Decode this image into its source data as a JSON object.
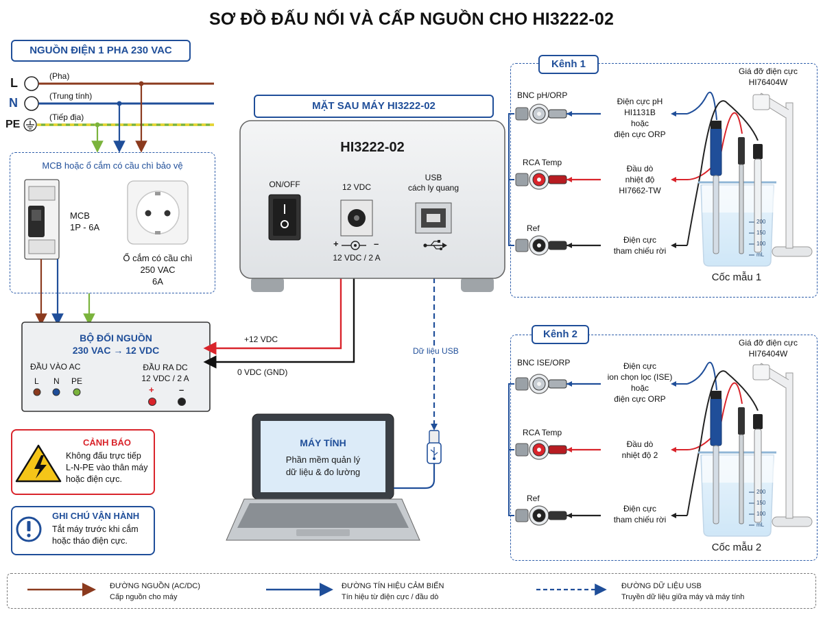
{
  "title": "SƠ ĐỒ ĐẤU NỐI VÀ CẤP NGUỒN CHO HI3222-02",
  "power_source": {
    "header": "NGUỒN ĐIỆN 1 PHA 230 VAC",
    "lines": [
      {
        "code": "L",
        "desc": "(Pha)"
      },
      {
        "code": "N",
        "desc": "(Trung tính)"
      },
      {
        "code": "PE",
        "desc": "(Tiếp địa)"
      }
    ]
  },
  "protection": {
    "title": "MCB hoặc ổ cắm có cầu chì bảo vệ",
    "mcb_label": [
      "MCB",
      "1P - 6A"
    ],
    "socket_label": [
      "Ổ cắm có cầu chì",
      "250 VAC",
      "6A"
    ]
  },
  "converter": {
    "title": [
      "BỘ ĐỔI NGUỒN",
      "230 VAC → 12 VDC"
    ],
    "input_title": "ĐẦU VÀO AC",
    "input_pins": [
      "L",
      "N",
      "PE"
    ],
    "output_title": [
      "ĐẦU RA DC",
      "12 VDC / 2 A"
    ],
    "output_pins": [
      "+",
      "–"
    ]
  },
  "device": {
    "header": "MẶT SAU MÁY HI3222-02",
    "model": "HI3222-02",
    "onoff": "ON/OFF",
    "dc_label": "12 VDC",
    "dc_polarity_plus": "+",
    "dc_polarity_minus": "–",
    "dc_rating": "12 VDC / 2 A",
    "usb_label": [
      "USB",
      "cách ly quang"
    ]
  },
  "wires": {
    "plus12": "+12 VDC",
    "gnd": "0 VDC (GND)",
    "usb_data": "Dữ liệu USB"
  },
  "warning": {
    "title": "CẢNH BÁO",
    "text": [
      "Không đấu trực tiếp",
      "L-N-PE vào thân máy",
      "hoặc điện cực."
    ]
  },
  "note": {
    "title": "GHI CHÚ VẬN HÀNH",
    "text": [
      "Tắt máy trước khi cắm",
      "hoặc tháo điện cực."
    ]
  },
  "computer": {
    "title": "MÁY TÍNH",
    "text": [
      "Phần mềm quản lý",
      "dữ liệu & đo lường"
    ]
  },
  "channel1": {
    "header": "Kênh 1",
    "stand": [
      "Giá đỡ điện cực",
      "HI76404W"
    ],
    "connectors": [
      "BNC pH/ORP",
      "RCA Temp",
      "Ref"
    ],
    "probe_labels": [
      [
        "Điện cực pH",
        "HI1131B",
        "hoặc",
        "điện cực ORP"
      ],
      [
        "Đầu dò",
        "nhiệt độ",
        "HI7662-TW"
      ],
      [
        "Điện cực",
        "tham chiếu rời"
      ]
    ],
    "beaker": "Cốc mẫu 1",
    "scale": [
      "200",
      "150",
      "100",
      "mL"
    ]
  },
  "channel2": {
    "header": "Kênh 2",
    "stand": [
      "Giá đỡ điện cực",
      "HI76404W"
    ],
    "connectors": [
      "BNC ISE/ORP",
      "RCA Temp",
      "Ref"
    ],
    "probe_labels": [
      [
        "Điện cực",
        "ion chọn lọc (ISE)",
        "hoặc",
        "điện cực ORP"
      ],
      [
        "Đầu dò",
        "nhiệt độ 2"
      ],
      [
        "Điện cực",
        "tham chiếu rời"
      ]
    ],
    "beaker": "Cốc mẫu 2",
    "scale": [
      "200",
      "150",
      "100",
      "mL"
    ]
  },
  "legend": [
    {
      "title": "ĐƯỜNG NGUỒN (AC/DC)",
      "desc": "Cấp nguồn cho máy",
      "color": "#8b3a1e"
    },
    {
      "title": "ĐƯỜNG TÍN HIỆU CẢM BIẾN",
      "desc": "Tín hiệu từ điện cực / đầu dò",
      "color": "#1f4e99"
    },
    {
      "title": "ĐƯỜNG DỮ LIỆU USB",
      "desc": "Truyền dữ liệu giữa máy và máy tính",
      "color": "#1f4e99"
    }
  ],
  "colors": {
    "brown": "#8b3a1e",
    "blue": "#1f4e99",
    "green_yellow": "#7ab33c",
    "red": "#d9242b",
    "accent": "#1f4e99"
  },
  "icons": [
    "ground-icon",
    "lightning-warning-icon",
    "info-icon",
    "usb-icon",
    "dc-polarity-icon"
  ]
}
